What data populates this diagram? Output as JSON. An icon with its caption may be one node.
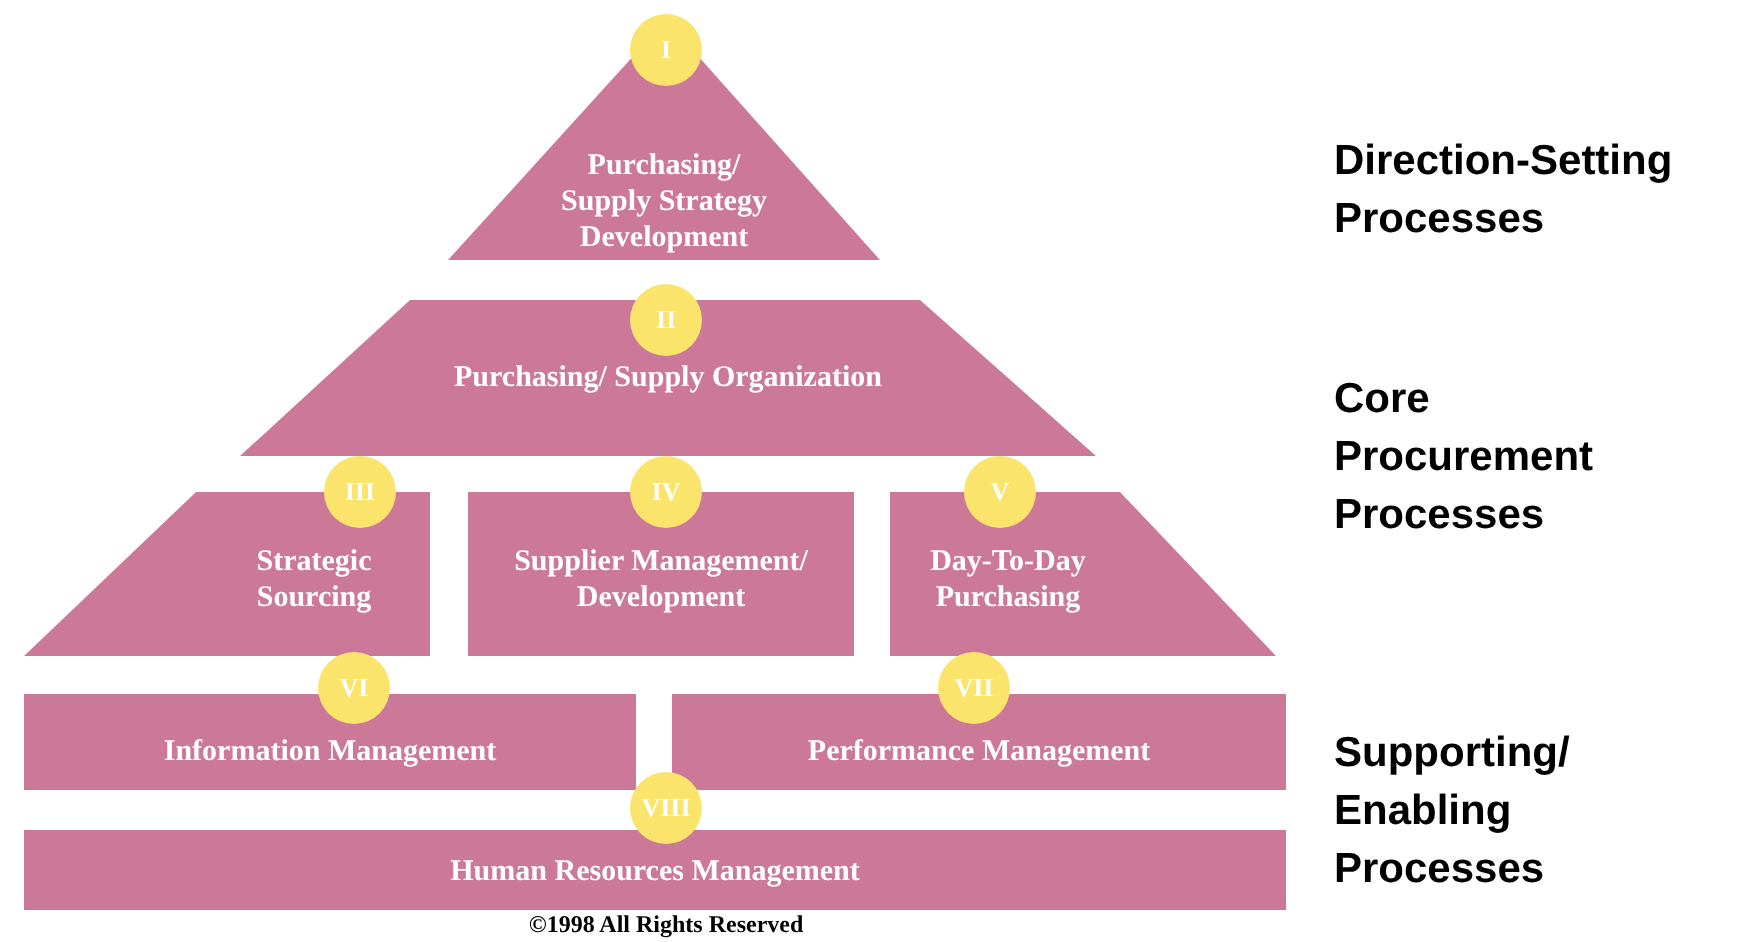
{
  "diagram": {
    "nodes": [
      {
        "text": [
          "Purchasing/ Supply Strategy Development"
        ]
      },
      {
        "text": [
          "I"
        ]
      },
      {
        "text": [
          "Purchasing/ Supply Organization"
        ]
      },
      {
        "text": [
          "II"
        ]
      },
      {
        "text": [
          "Strategic Sourcing"
        ]
      },
      {
        "text": [
          "Supplier Management/ Development"
        ]
      },
      {
        "text": [
          "Day-To-Day Purchasing"
        ]
      },
      {
        "text": [
          "III"
        ]
      },
      {
        "text": [
          "IV"
        ]
      },
      {
        "text": [
          "V"
        ]
      },
      {
        "text": [
          "Information Management"
        ]
      },
      {
        "text": [
          "Performance Management"
        ]
      },
      {
        "text": [
          "VI"
        ]
      },
      {
        "text": [
          "VII"
        ]
      },
      {
        "text": [
          "Human Resources Management"
        ]
      },
      {
        "text": [
          "VIII"
        ]
      }
    ],
    "edges": [],
    "labels": [
      "Direction-Setting Processes",
      "Core Procurement Processes",
      "Supporting/ Enabling Processes",
      "©1998 All Rights Reserved"
    ]
  }
}
